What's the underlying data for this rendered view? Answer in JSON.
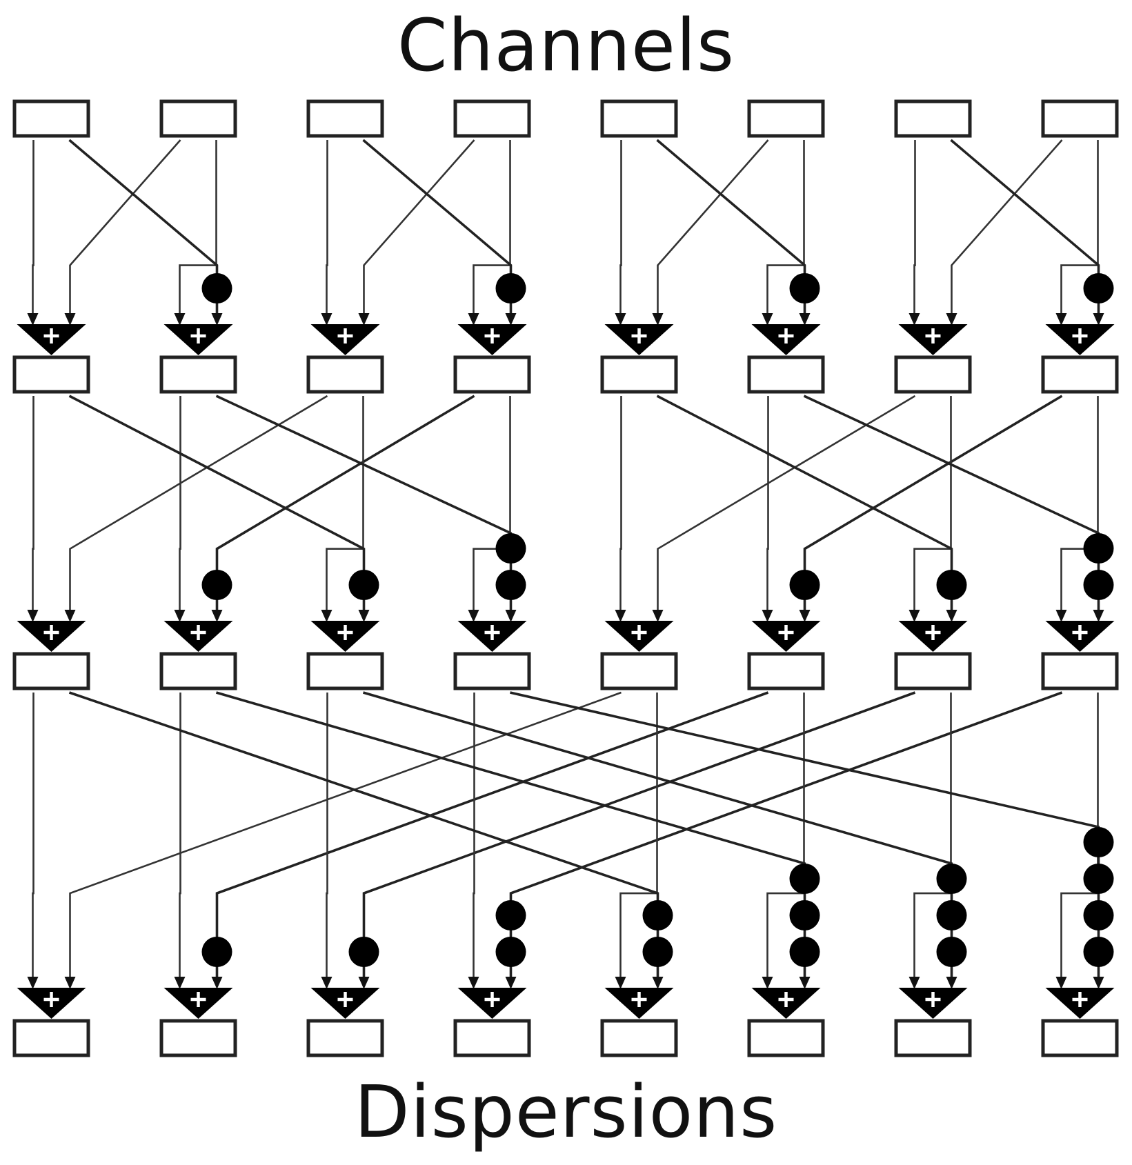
{
  "labels": {
    "top": "Channels",
    "bottom": "Dispersions"
  },
  "diagram": {
    "nodes_per_row": 8,
    "register_rows": 4,
    "adder_stages": 3,
    "adder_symbol": "+",
    "delay_icon": "filled-circle",
    "stages": [
      {
        "stride": 1,
        "delays": [
          0,
          1,
          0,
          1,
          0,
          1,
          0,
          1
        ]
      },
      {
        "stride": 2,
        "delays": [
          0,
          1,
          1,
          2,
          0,
          1,
          1,
          2
        ]
      },
      {
        "stride": 4,
        "delays": [
          0,
          1,
          1,
          2,
          2,
          3,
          3,
          4
        ]
      }
    ]
  },
  "colors": {
    "line": "#333333",
    "fill": "#000000",
    "box_fill": "#ffffff"
  }
}
